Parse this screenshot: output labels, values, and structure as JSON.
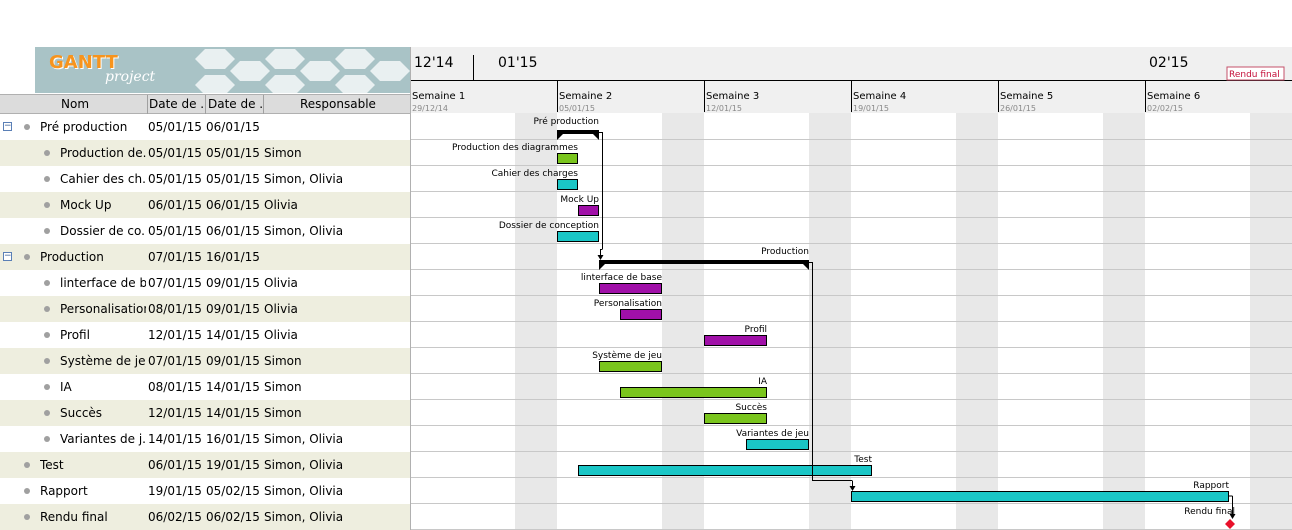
{
  "logo": {
    "mark": "GANTT",
    "sub": "project"
  },
  "columns": {
    "name": "Nom",
    "start": "Date de ...",
    "end": "Date de ...",
    "resources": "Responsable"
  },
  "tasks": [
    {
      "name": "Pré production",
      "start": "05/01/15",
      "end": "06/01/15",
      "resources": "",
      "level": 0,
      "group": true,
      "toggle": "−",
      "bar_start": "05/01/15",
      "bar_end": "07/01/15",
      "bar_color": "#000000",
      "bar_label": "Pré production"
    },
    {
      "name": "Production de...",
      "start": "05/01/15",
      "end": "05/01/15",
      "resources": "Simon",
      "level": 1,
      "bar_start": "05/01/15",
      "bar_end": "06/01/15",
      "bar_color": "#7ac51d",
      "bar_label": "Production des diagrammes"
    },
    {
      "name": "Cahier des ch...",
      "start": "05/01/15",
      "end": "05/01/15",
      "resources": "Simon, Olivia",
      "level": 1,
      "bar_start": "05/01/15",
      "bar_end": "06/01/15",
      "bar_color": "#1ac6c6",
      "bar_label": "Cahier des charges"
    },
    {
      "name": "Mock Up",
      "start": "06/01/15",
      "end": "06/01/15",
      "resources": "Olivia",
      "level": 1,
      "bar_start": "06/01/15",
      "bar_end": "07/01/15",
      "bar_color": "#a010a8",
      "bar_label": "Mock Up"
    },
    {
      "name": "Dossier de co...",
      "start": "05/01/15",
      "end": "06/01/15",
      "resources": "Simon, Olivia",
      "level": 1,
      "bar_start": "05/01/15",
      "bar_end": "07/01/15",
      "bar_color": "#1ac6c6",
      "bar_label": "Dossier de conception"
    },
    {
      "name": "Production",
      "start": "07/01/15",
      "end": "16/01/15",
      "resources": "",
      "level": 0,
      "group": true,
      "toggle": "−",
      "bar_start": "07/01/15",
      "bar_end": "17/01/15",
      "bar_color": "#000000",
      "bar_label": "Production"
    },
    {
      "name": "linterface de b...",
      "start": "07/01/15",
      "end": "09/01/15",
      "resources": "Olivia",
      "level": 1,
      "bar_start": "07/01/15",
      "bar_end": "10/01/15",
      "bar_color": "#a010a8",
      "bar_label": "linterface de base"
    },
    {
      "name": "Personalisation",
      "start": "08/01/15",
      "end": "09/01/15",
      "resources": "Olivia",
      "level": 1,
      "bar_start": "08/01/15",
      "bar_end": "10/01/15",
      "bar_color": "#a010a8",
      "bar_label": "Personalisation"
    },
    {
      "name": "Profil",
      "start": "12/01/15",
      "end": "14/01/15",
      "resources": "Olivia",
      "level": 1,
      "bar_start": "12/01/15",
      "bar_end": "15/01/15",
      "bar_color": "#a010a8",
      "bar_label": "Profil"
    },
    {
      "name": "Système de jeu",
      "start": "07/01/15",
      "end": "09/01/15",
      "resources": "Simon",
      "level": 1,
      "bar_start": "07/01/15",
      "bar_end": "10/01/15",
      "bar_color": "#7ac51d",
      "bar_label": "Système de jeu"
    },
    {
      "name": "IA",
      "start": "08/01/15",
      "end": "14/01/15",
      "resources": "Simon",
      "level": 1,
      "bar_start": "08/01/15",
      "bar_end": "15/01/15",
      "bar_color": "#7ac51d",
      "bar_label": "IA"
    },
    {
      "name": "Succès",
      "start": "12/01/15",
      "end": "14/01/15",
      "resources": "Simon",
      "level": 1,
      "bar_start": "12/01/15",
      "bar_end": "15/01/15",
      "bar_color": "#7ac51d",
      "bar_label": "Succès"
    },
    {
      "name": "Variantes de j...",
      "start": "14/01/15",
      "end": "16/01/15",
      "resources": "Simon, Olivia",
      "level": 1,
      "bar_start": "14/01/15",
      "bar_end": "17/01/15",
      "bar_color": "#1ac6c6",
      "bar_label": "Variantes de jeu"
    },
    {
      "name": "Test",
      "start": "06/01/15",
      "end": "19/01/15",
      "resources": "Simon, Olivia",
      "level": 0,
      "bar_start": "06/01/15",
      "bar_end": "20/01/15",
      "bar_color": "#1ac6c6",
      "bar_label": "Test"
    },
    {
      "name": "Rapport",
      "start": "19/01/15",
      "end": "05/02/15",
      "resources": "Simon, Olivia",
      "level": 0,
      "bar_start": "19/01/15",
      "bar_end": "06/02/15",
      "bar_color": "#1ac6c6",
      "bar_label": "Rapport"
    },
    {
      "name": "Rendu final",
      "start": "06/02/15",
      "end": "06/02/15",
      "resources": "Simon, Olivia",
      "level": 0,
      "milestone": true,
      "bar_start": "06/02/15",
      "bar_end": "06/02/15",
      "bar_color": "#e8102a",
      "bar_label": "Rendu final"
    }
  ],
  "timeline": {
    "months": [
      {
        "label": "12'14",
        "date": "29/12/14"
      },
      {
        "label": "01'15",
        "date": "02/01/15"
      },
      {
        "label": "02'15",
        "date": "02/02/15"
      }
    ],
    "weeks": [
      {
        "label": "Semaine 1",
        "date": "29/12/14"
      },
      {
        "label": "Semaine 2",
        "date": "05/01/15"
      },
      {
        "label": "Semaine 3",
        "date": "12/01/15"
      },
      {
        "label": "Semaine 4",
        "date": "19/01/15"
      },
      {
        "label": "Semaine 5",
        "date": "26/01/15"
      },
      {
        "label": "Semaine 6",
        "date": "02/02/15"
      }
    ],
    "milestone_marker": "Rendu final",
    "weekend_color": "#e8e8e8",
    "grid_color": "#c8c8c8"
  },
  "dependencies": [
    {
      "from": 0,
      "to": 5
    },
    {
      "from": 5,
      "to": 14
    },
    {
      "from": 14,
      "to": 15
    }
  ]
}
